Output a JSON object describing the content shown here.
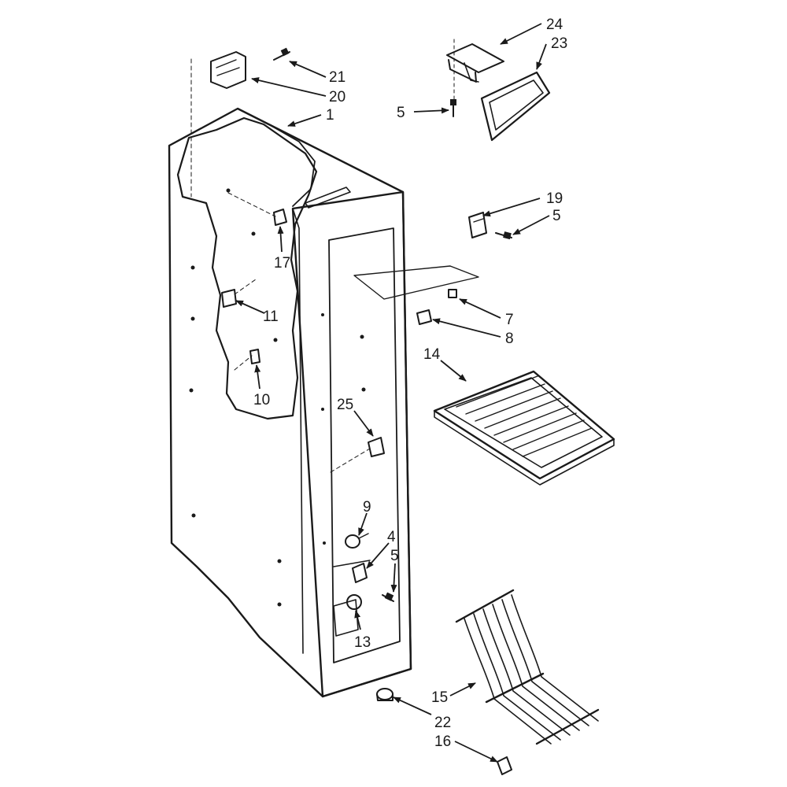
{
  "callouts": [
    {
      "id": "c24",
      "text": "24"
    },
    {
      "id": "c23",
      "text": "23"
    },
    {
      "id": "c21",
      "text": "21"
    },
    {
      "id": "c20",
      "text": "20"
    },
    {
      "id": "c1",
      "text": "1"
    },
    {
      "id": "c5a",
      "text": "5"
    },
    {
      "id": "c19",
      "text": "19"
    },
    {
      "id": "c5b",
      "text": "5"
    },
    {
      "id": "c17",
      "text": "17"
    },
    {
      "id": "c7",
      "text": "7"
    },
    {
      "id": "c8",
      "text": "8"
    },
    {
      "id": "c11",
      "text": "11"
    },
    {
      "id": "c14",
      "text": "14"
    },
    {
      "id": "c10",
      "text": "10"
    },
    {
      "id": "c25",
      "text": "25"
    },
    {
      "id": "c9",
      "text": "9"
    },
    {
      "id": "c4",
      "text": "4"
    },
    {
      "id": "c5c",
      "text": "5"
    },
    {
      "id": "c13",
      "text": "13"
    },
    {
      "id": "c15",
      "text": "15"
    },
    {
      "id": "c22",
      "text": "22"
    },
    {
      "id": "c16",
      "text": "16"
    }
  ],
  "colors": {
    "ink": "#1a1a1a",
    "paper": "#ffffff"
  }
}
